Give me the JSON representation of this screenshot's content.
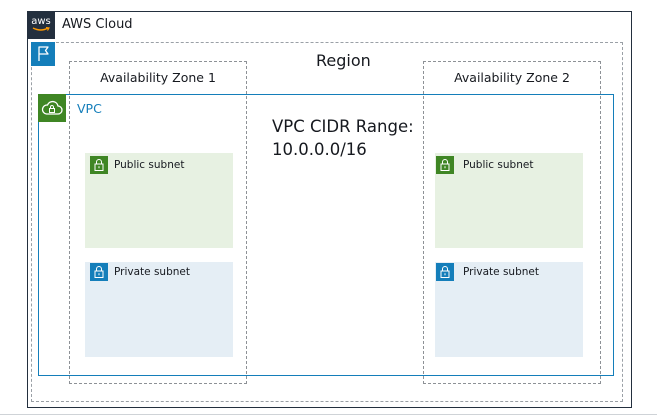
{
  "cloud": {
    "logo_text": "aws",
    "label": "AWS Cloud"
  },
  "region": {
    "label": "Region"
  },
  "availability_zones": [
    {
      "label": "Availability Zone 1"
    },
    {
      "label": "Availability Zone 2"
    }
  ],
  "vpc": {
    "label": "VPC",
    "cidr_label": "VPC CIDR Range:",
    "cidr_value": "10.0.0.0/16"
  },
  "subnets": {
    "az1": {
      "public": "Public subnet",
      "private": "Private subnet"
    },
    "az2": {
      "public": "Public subnet",
      "private": "Private subnet"
    }
  },
  "colors": {
    "cloud_border": "#232f3e",
    "region_accent": "#147eba",
    "vpc_border": "#147eba",
    "vpc_icon": "#3f8624",
    "public_subnet_fill": "#e7f1e2",
    "private_subnet_fill": "#e5eef5"
  }
}
